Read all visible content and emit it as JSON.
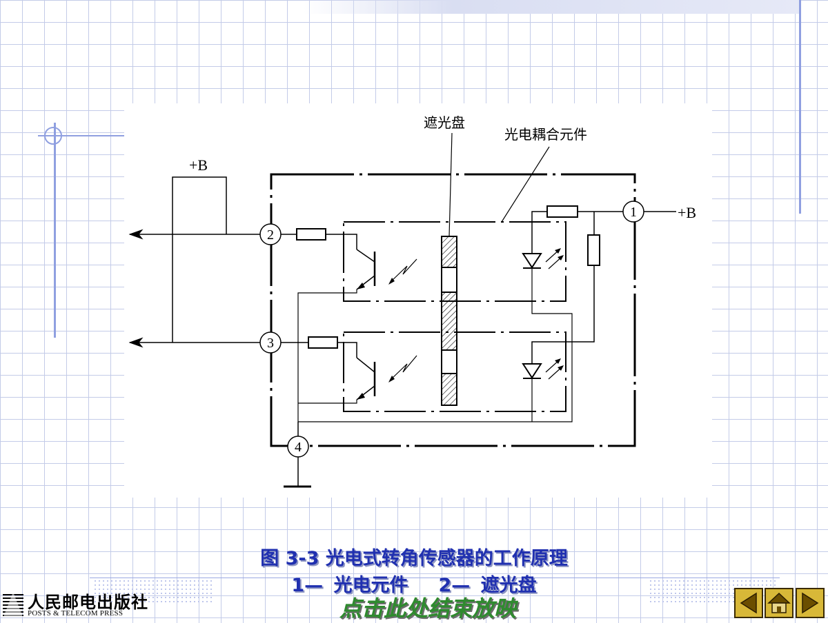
{
  "diagram": {
    "labels": {
      "shade_disk": "遮光盘",
      "coupler": "光电耦合元件",
      "plus_b_left": "+B",
      "plus_b_right": "+B"
    },
    "nodes": [
      "1",
      "2",
      "3",
      "4"
    ]
  },
  "caption": {
    "line1": "图 3-3   光电式转角传感器的工作原理",
    "item1": "1— 光电元件",
    "item2": "2— 遮光盘"
  },
  "end_show": "点击此处结束放映",
  "publisher": {
    "name_cn": "人民邮电出版社",
    "name_en": "POSTS & TELECOM PRESS"
  },
  "nav": {
    "prev_icon": "triangle-left-icon",
    "home_icon": "home-icon",
    "next_icon": "triangle-right-icon"
  },
  "colors": {
    "grid": "#c3cbe8",
    "caption": "#2030b0",
    "end_show": "#2f8a2f",
    "nav_button": "#d8b838"
  }
}
